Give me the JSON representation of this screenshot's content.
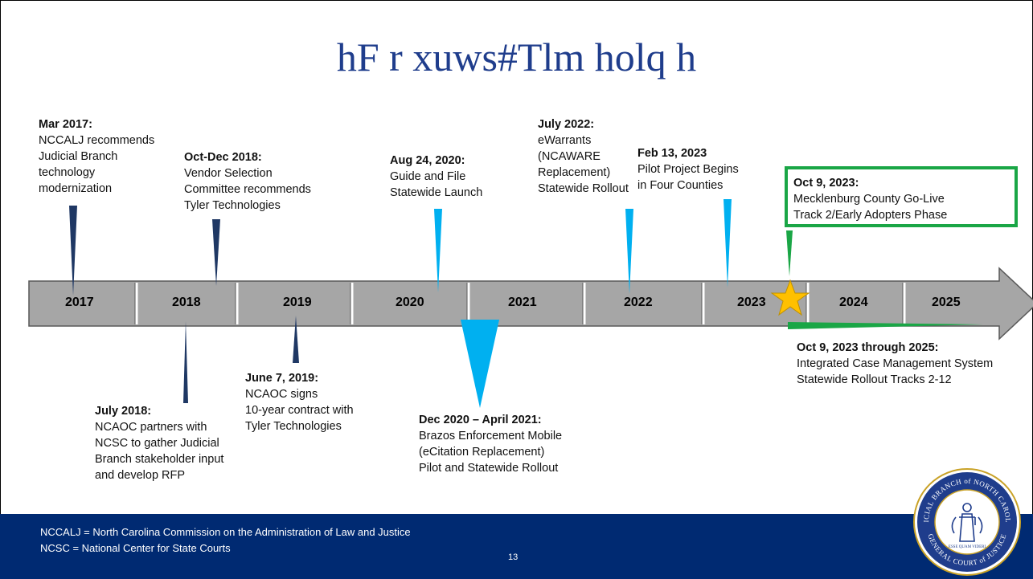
{
  "title": "hF r xuws#Tlm holq h",
  "colors": {
    "title": "#1f3d8c",
    "footer": "#002a72",
    "dark_marker": "#1f3864",
    "light_marker": "#00b0f0",
    "green": "#1aa646",
    "star": "#ffc000",
    "arrow": "#a6a6a6"
  },
  "years": [
    "2017",
    "2018",
    "2019",
    "2020",
    "2021",
    "2022",
    "2023",
    "2024",
    "2025"
  ],
  "events": {
    "mar2017": {
      "date": "Mar 2017:",
      "text": [
        "NCCALJ recommends",
        "Judicial Branch",
        "technology",
        "modernization"
      ]
    },
    "jul2018": {
      "date": "July 2018:",
      "text": [
        "NCAOC partners with",
        "NCSC to gather Judicial",
        "Branch stakeholder input",
        "and develop RFP"
      ]
    },
    "oct2018": {
      "date": "Oct-Dec 2018:",
      "text": [
        "Vendor Selection",
        "Committee recommends",
        "Tyler Technologies"
      ]
    },
    "jun2019": {
      "date": "June 7, 2019:",
      "text": [
        "NCAOC signs",
        "10-year contract with",
        "Tyler Technologies"
      ]
    },
    "aug2020": {
      "date": "Aug 24, 2020:",
      "text": [
        "Guide and File",
        "Statewide Launch"
      ]
    },
    "dec2020": {
      "date": "Dec 2020 – April 2021:",
      "text": [
        "Brazos Enforcement Mobile",
        "(eCitation Replacement)",
        "Pilot and Statewide Rollout"
      ]
    },
    "jul2022": {
      "date": "July 2022:",
      "text": [
        "eWarrants",
        "(NCAWARE",
        "Replacement)",
        "Statewide Rollout"
      ]
    },
    "feb2023": {
      "date": "Feb 13, 2023",
      "text": [
        "Pilot Project Begins",
        "in Four Counties"
      ]
    },
    "oct2023": {
      "date": "Oct 9, 2023:",
      "text": [
        "Mecklenburg County Go-Live",
        "Track 2/Early Adopters Phase"
      ]
    },
    "oct2023_2025": {
      "date": "Oct 9, 2023 through 2025:",
      "text": [
        "Integrated Case Management System",
        "Statewide Rollout Tracks 2-12"
      ]
    }
  },
  "footer": {
    "line1": "NCCALJ = North Carolina Commission on the Administration of Law and Justice",
    "line2": "NCSC = National Center for State Courts",
    "page": "13"
  },
  "seal": {
    "top_text": "JUDICIAL BRANCH of NORTH CAROLINA",
    "bottom_text": "GENERAL COURT of JUSTICE",
    "motto": "ESSE QUAM VIDERI"
  }
}
